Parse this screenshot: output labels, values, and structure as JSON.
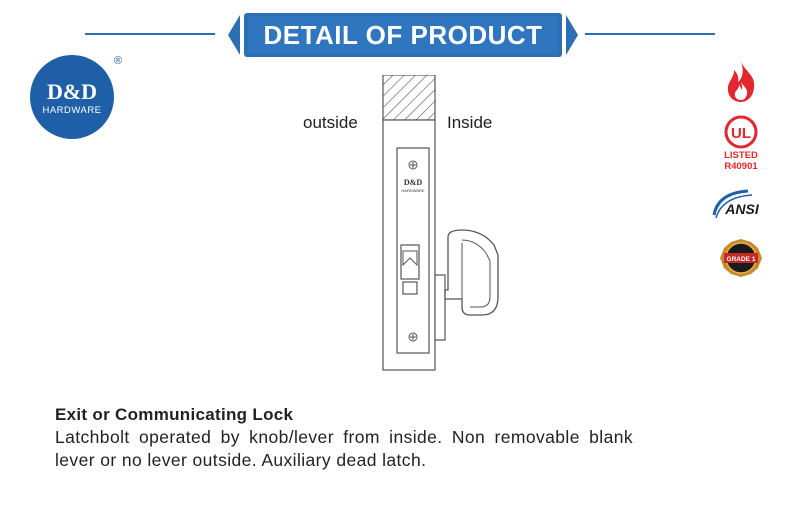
{
  "banner": {
    "title": "DETAIL OF PRODUCT",
    "color": "#2d6fb3"
  },
  "logo": {
    "main": "D&D",
    "sub": "HARDWARE",
    "reg": "®",
    "color": "#1e5fa8"
  },
  "drawing": {
    "label_outside": "outside",
    "label_inside": "Inside",
    "plate_logo_main": "D&D",
    "plate_logo_sub": "HARDWARE"
  },
  "certifications": {
    "fire_icon": "flame-icon",
    "ul_mark": "UL",
    "ul_listed": "LISTED",
    "ul_number": "R40901",
    "ansi": "ANSI",
    "grade": "GRADE 1"
  },
  "description": {
    "title": "Exit or Communicating Lock",
    "body": "Latchbolt operated by knob/lever from inside. Non removable blank lever or no lever outside. Auxiliary dead latch."
  }
}
